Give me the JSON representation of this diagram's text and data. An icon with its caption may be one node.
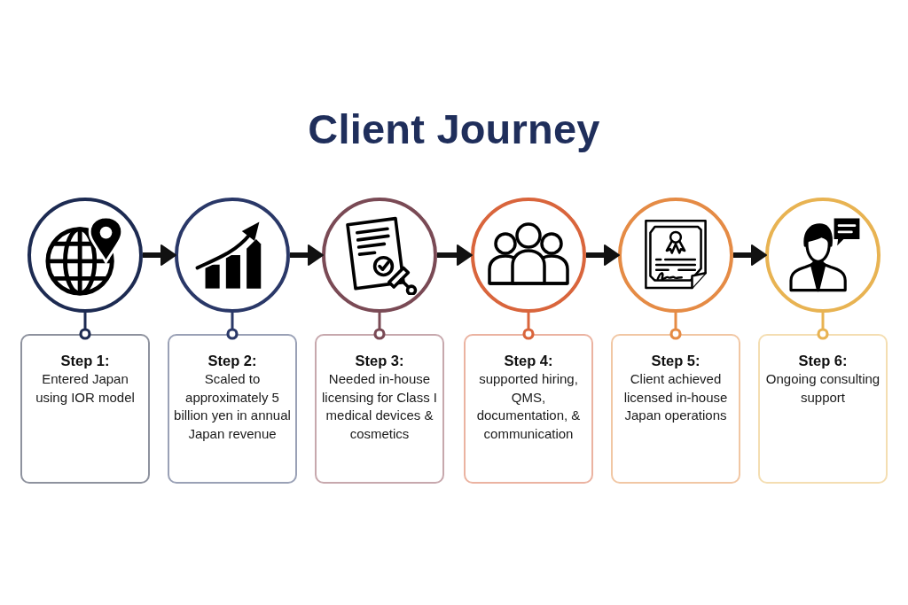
{
  "diagram": {
    "title": "Client Journey",
    "nodes": [
      {
        "text": [],
        "shape": "circle"
      },
      {
        "text": [],
        "shape": "circle"
      },
      {
        "text": [],
        "shape": "circle"
      },
      {
        "text": [],
        "shape": "circle"
      },
      {
        "text": [],
        "shape": "circle"
      },
      {
        "text": [],
        "shape": "circle"
      },
      {
        "text": [
          "Step 1:",
          "Entered Japan using IOR model"
        ]
      },
      {
        "text": [
          "Step 2:",
          "Scaled to approximately 5 billion yen in annual Japan revenue"
        ]
      },
      {
        "text": [
          "Step 3:",
          "Needed in-house licensing for Class I medical devices & cosmetics"
        ]
      },
      {
        "text": [
          "Step 4:",
          "supported hiring, QMS, documentation, & communication"
        ]
      },
      {
        "text": [
          "Step 5:",
          "Client achieved licensed in-house Japan operations"
        ]
      },
      {
        "text": [
          "Step 6:",
          "Ongoing consulting support"
        ]
      }
    ],
    "edges": [
      {
        "from": 0,
        "to": 1,
        "arrow": "to",
        "style": "thick"
      },
      {
        "from": 1,
        "to": 2,
        "arrow": "to",
        "style": "thick"
      },
      {
        "from": 2,
        "to": 3,
        "arrow": "to",
        "style": "thick"
      },
      {
        "from": 3,
        "to": 4,
        "arrow": "to",
        "style": "thick"
      },
      {
        "from": 4,
        "to": 5,
        "arrow": "to",
        "style": "thick"
      },
      {
        "from": 0,
        "to": 6,
        "arrow": "other",
        "color": "#1d2b52"
      },
      {
        "from": 1,
        "to": 7,
        "arrow": "other",
        "color": "#2a3868"
      },
      {
        "from": 2,
        "to": 8,
        "arrow": "other",
        "color": "#7a4a55"
      },
      {
        "from": 3,
        "to": 9,
        "arrow": "other",
        "color": "#d9653c"
      },
      {
        "from": 4,
        "to": 10,
        "arrow": "other",
        "color": "#e58b45"
      },
      {
        "from": 5,
        "to": 11,
        "arrow": "other",
        "color": "#e8b352"
      }
    ]
  }
}
